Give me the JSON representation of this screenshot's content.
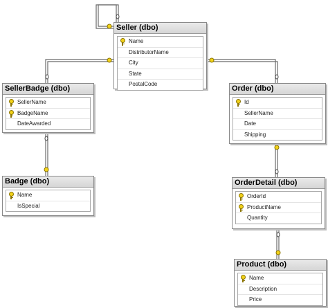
{
  "tables": {
    "seller": {
      "title": "Seller (dbo)",
      "columns": [
        {
          "name": "Name",
          "key": true
        },
        {
          "name": "DistributorName",
          "key": false
        },
        {
          "name": "City",
          "key": false
        },
        {
          "name": "State",
          "key": false
        },
        {
          "name": "PostalCode",
          "key": false
        }
      ]
    },
    "sellerbadge": {
      "title": "SellerBadge (dbo)",
      "columns": [
        {
          "name": "SellerName",
          "key": true
        },
        {
          "name": "BadgeName",
          "key": true
        },
        {
          "name": "DateAwarded",
          "key": false
        }
      ]
    },
    "order": {
      "title": "Order (dbo)",
      "columns": [
        {
          "name": "Id",
          "key": true
        },
        {
          "name": "SellerName",
          "key": false
        },
        {
          "name": "Date",
          "key": false
        },
        {
          "name": "Shipping",
          "key": false
        }
      ]
    },
    "badge": {
      "title": "Badge (dbo)",
      "columns": [
        {
          "name": "Name",
          "key": true
        },
        {
          "name": "IsSpecial",
          "key": false
        }
      ]
    },
    "orderdetail": {
      "title": "OrderDetail (dbo)",
      "columns": [
        {
          "name": "OrderId",
          "key": true
        },
        {
          "name": "ProductName",
          "key": true
        },
        {
          "name": "Quantity",
          "key": false
        }
      ]
    },
    "product": {
      "title": "Product (dbo)",
      "columns": [
        {
          "name": "Name",
          "key": true
        },
        {
          "name": "Description",
          "key": false
        },
        {
          "name": "Price",
          "key": false
        }
      ]
    }
  },
  "colors": {
    "line": "#6b6b6b",
    "key": "#f2d21a"
  }
}
